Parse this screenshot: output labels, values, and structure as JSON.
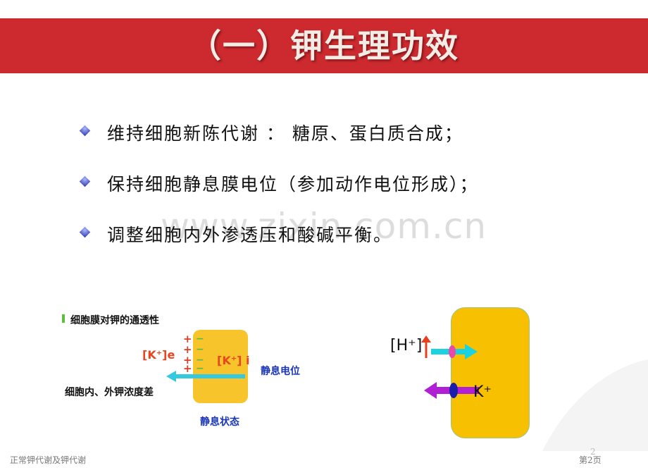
{
  "header": {
    "title": "（一）钾生理功效"
  },
  "bullets": [
    {
      "text": "维持细胞新陈代谢 ：  糖原、蛋白质合成；"
    },
    {
      "text": "保持细胞静息膜电位（参加动作电位形成）；"
    },
    {
      "text": "调整细胞内外渗透压和酸碱平衡。"
    }
  ],
  "watermark": "www.zixin.com.cn",
  "diagram_left": {
    "title": "细胞膜对钾的通透性",
    "k_out": "[K⁺]e",
    "k_in": "[K⁺] i",
    "plus_signs": "+",
    "minus_signs": "−",
    "label_resting_potential": "静息电位",
    "label_concentration_diff": "细胞内、外钾浓度差",
    "label_resting_state": "静息状态",
    "cell_color": "#f7c52b",
    "arrow_color": "#35c9e0"
  },
  "diagram_right": {
    "h_label": "[H⁺]",
    "k_label": "K⁺",
    "cell_color": "#f7c000",
    "h_arrow_color": "#19d3e3",
    "k_arrow_color": "#b01fd3",
    "up_arrow_color": "#e8401c"
  },
  "footer": {
    "left": "正常钾代谢及钾代谢",
    "right": "第2页",
    "page_number": "2"
  }
}
